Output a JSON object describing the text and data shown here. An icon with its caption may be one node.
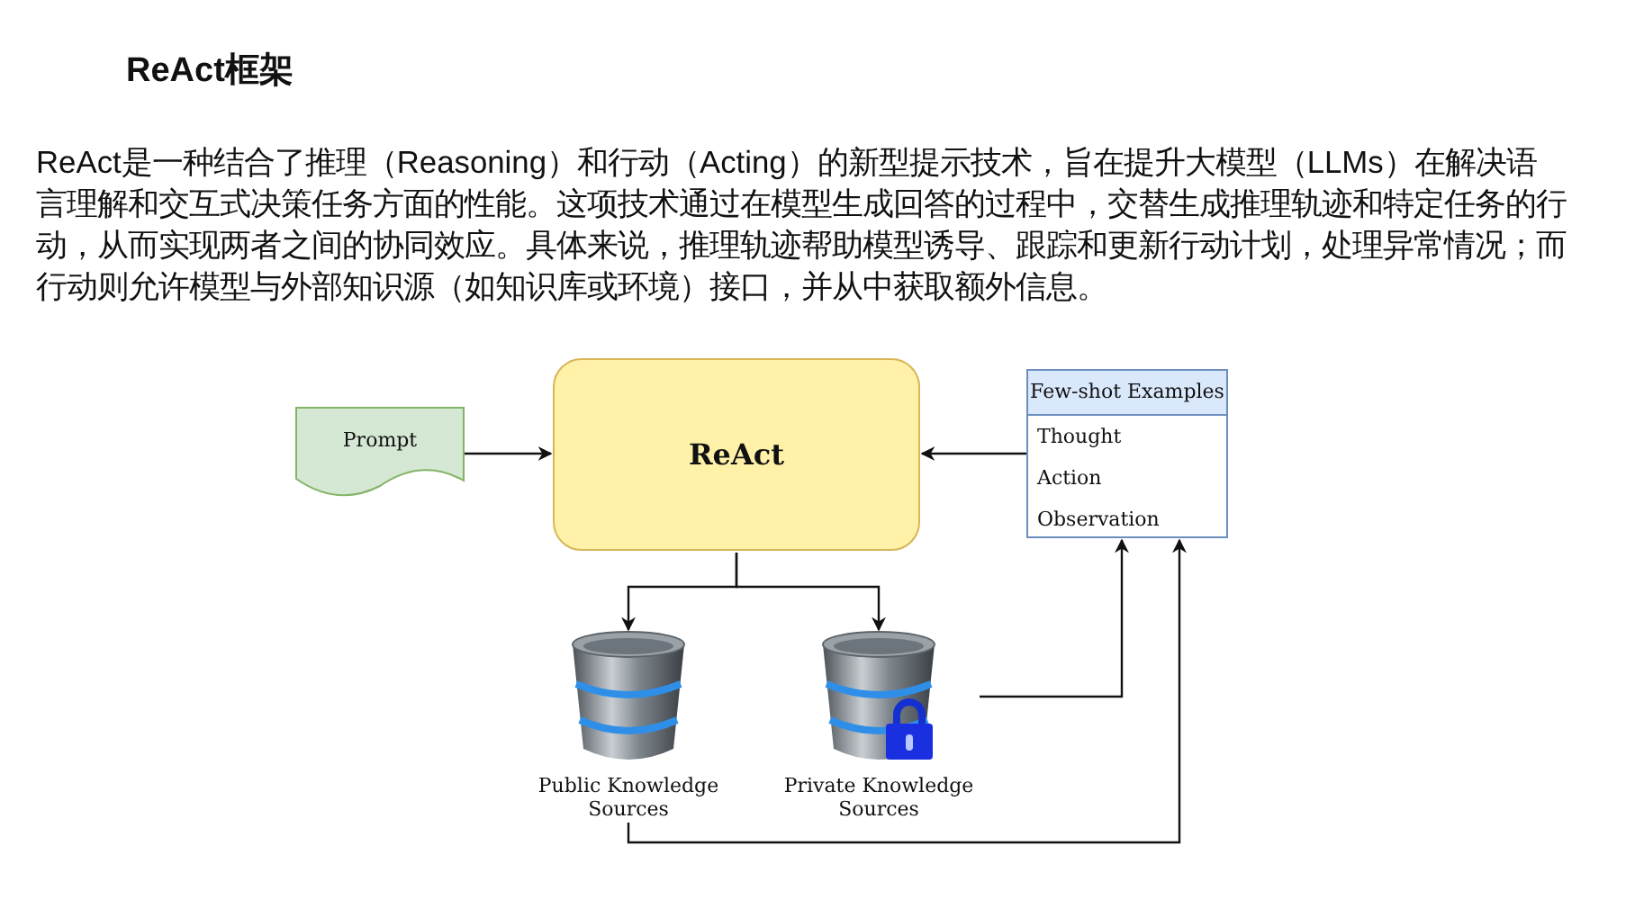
{
  "diagram": {
    "title": "ReAct框架",
    "nodes": [
      {
        "text": [
          "Prompt"
        ]
      },
      {
        "text": [
          "ReAct"
        ]
      },
      {
        "text": [
          "Few-shot Examples",
          "Thought",
          "Action",
          "Observation"
        ]
      },
      {
        "text": [
          "Public Knowledge Sources"
        ]
      },
      {
        "text": [
          "Private Knowledge Sources"
        ]
      }
    ],
    "edges": [
      {
        "from": 0,
        "to": 1,
        "arrow": "to"
      },
      {
        "from": 2,
        "to": 1,
        "arrow": "to"
      },
      {
        "from": 1,
        "to": 3,
        "arrow": "to"
      },
      {
        "from": 1,
        "to": 4,
        "arrow": "to"
      },
      {
        "from": 4,
        "to": 2,
        "arrow": "to"
      },
      {
        "from": 3,
        "to": 2,
        "arrow": "to"
      }
    ],
    "labels": [
      "ReAct是一种结合了推理（Reasoning）和行动（Acting）的新型提示技术，旨在提升大模型（LLMs）在解决语言理解和交互式决策任务方面的性能。这项技术通过在模型生成回答的过程中，交替生成推理轨迹和特定任务的行动，从而实现两者之间的协同效应。具体来说，推理轨迹帮助模型诱导、跟踪和更新行动计划，处理异常情况；而行动则允许模型与外部知识源（如知识库或环境）接口，并从中获取额外信息。"
    ]
  }
}
